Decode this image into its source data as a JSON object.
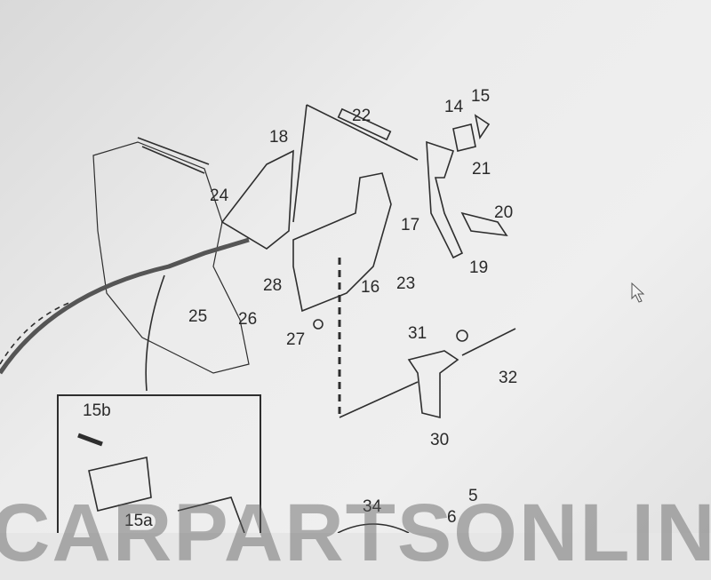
{
  "diagram": {
    "part_labels": [
      "22",
      "14",
      "15",
      "18",
      "21",
      "24",
      "17",
      "20",
      "19",
      "28",
      "16",
      "23",
      "25",
      "26",
      "27",
      "31",
      "32",
      "30",
      "15b",
      "15a",
      "34",
      "5",
      "6"
    ],
    "watermark": "CARPARTSONLINE"
  },
  "colors": {
    "line": "#2a2a2a",
    "background": "#ebebeb"
  }
}
